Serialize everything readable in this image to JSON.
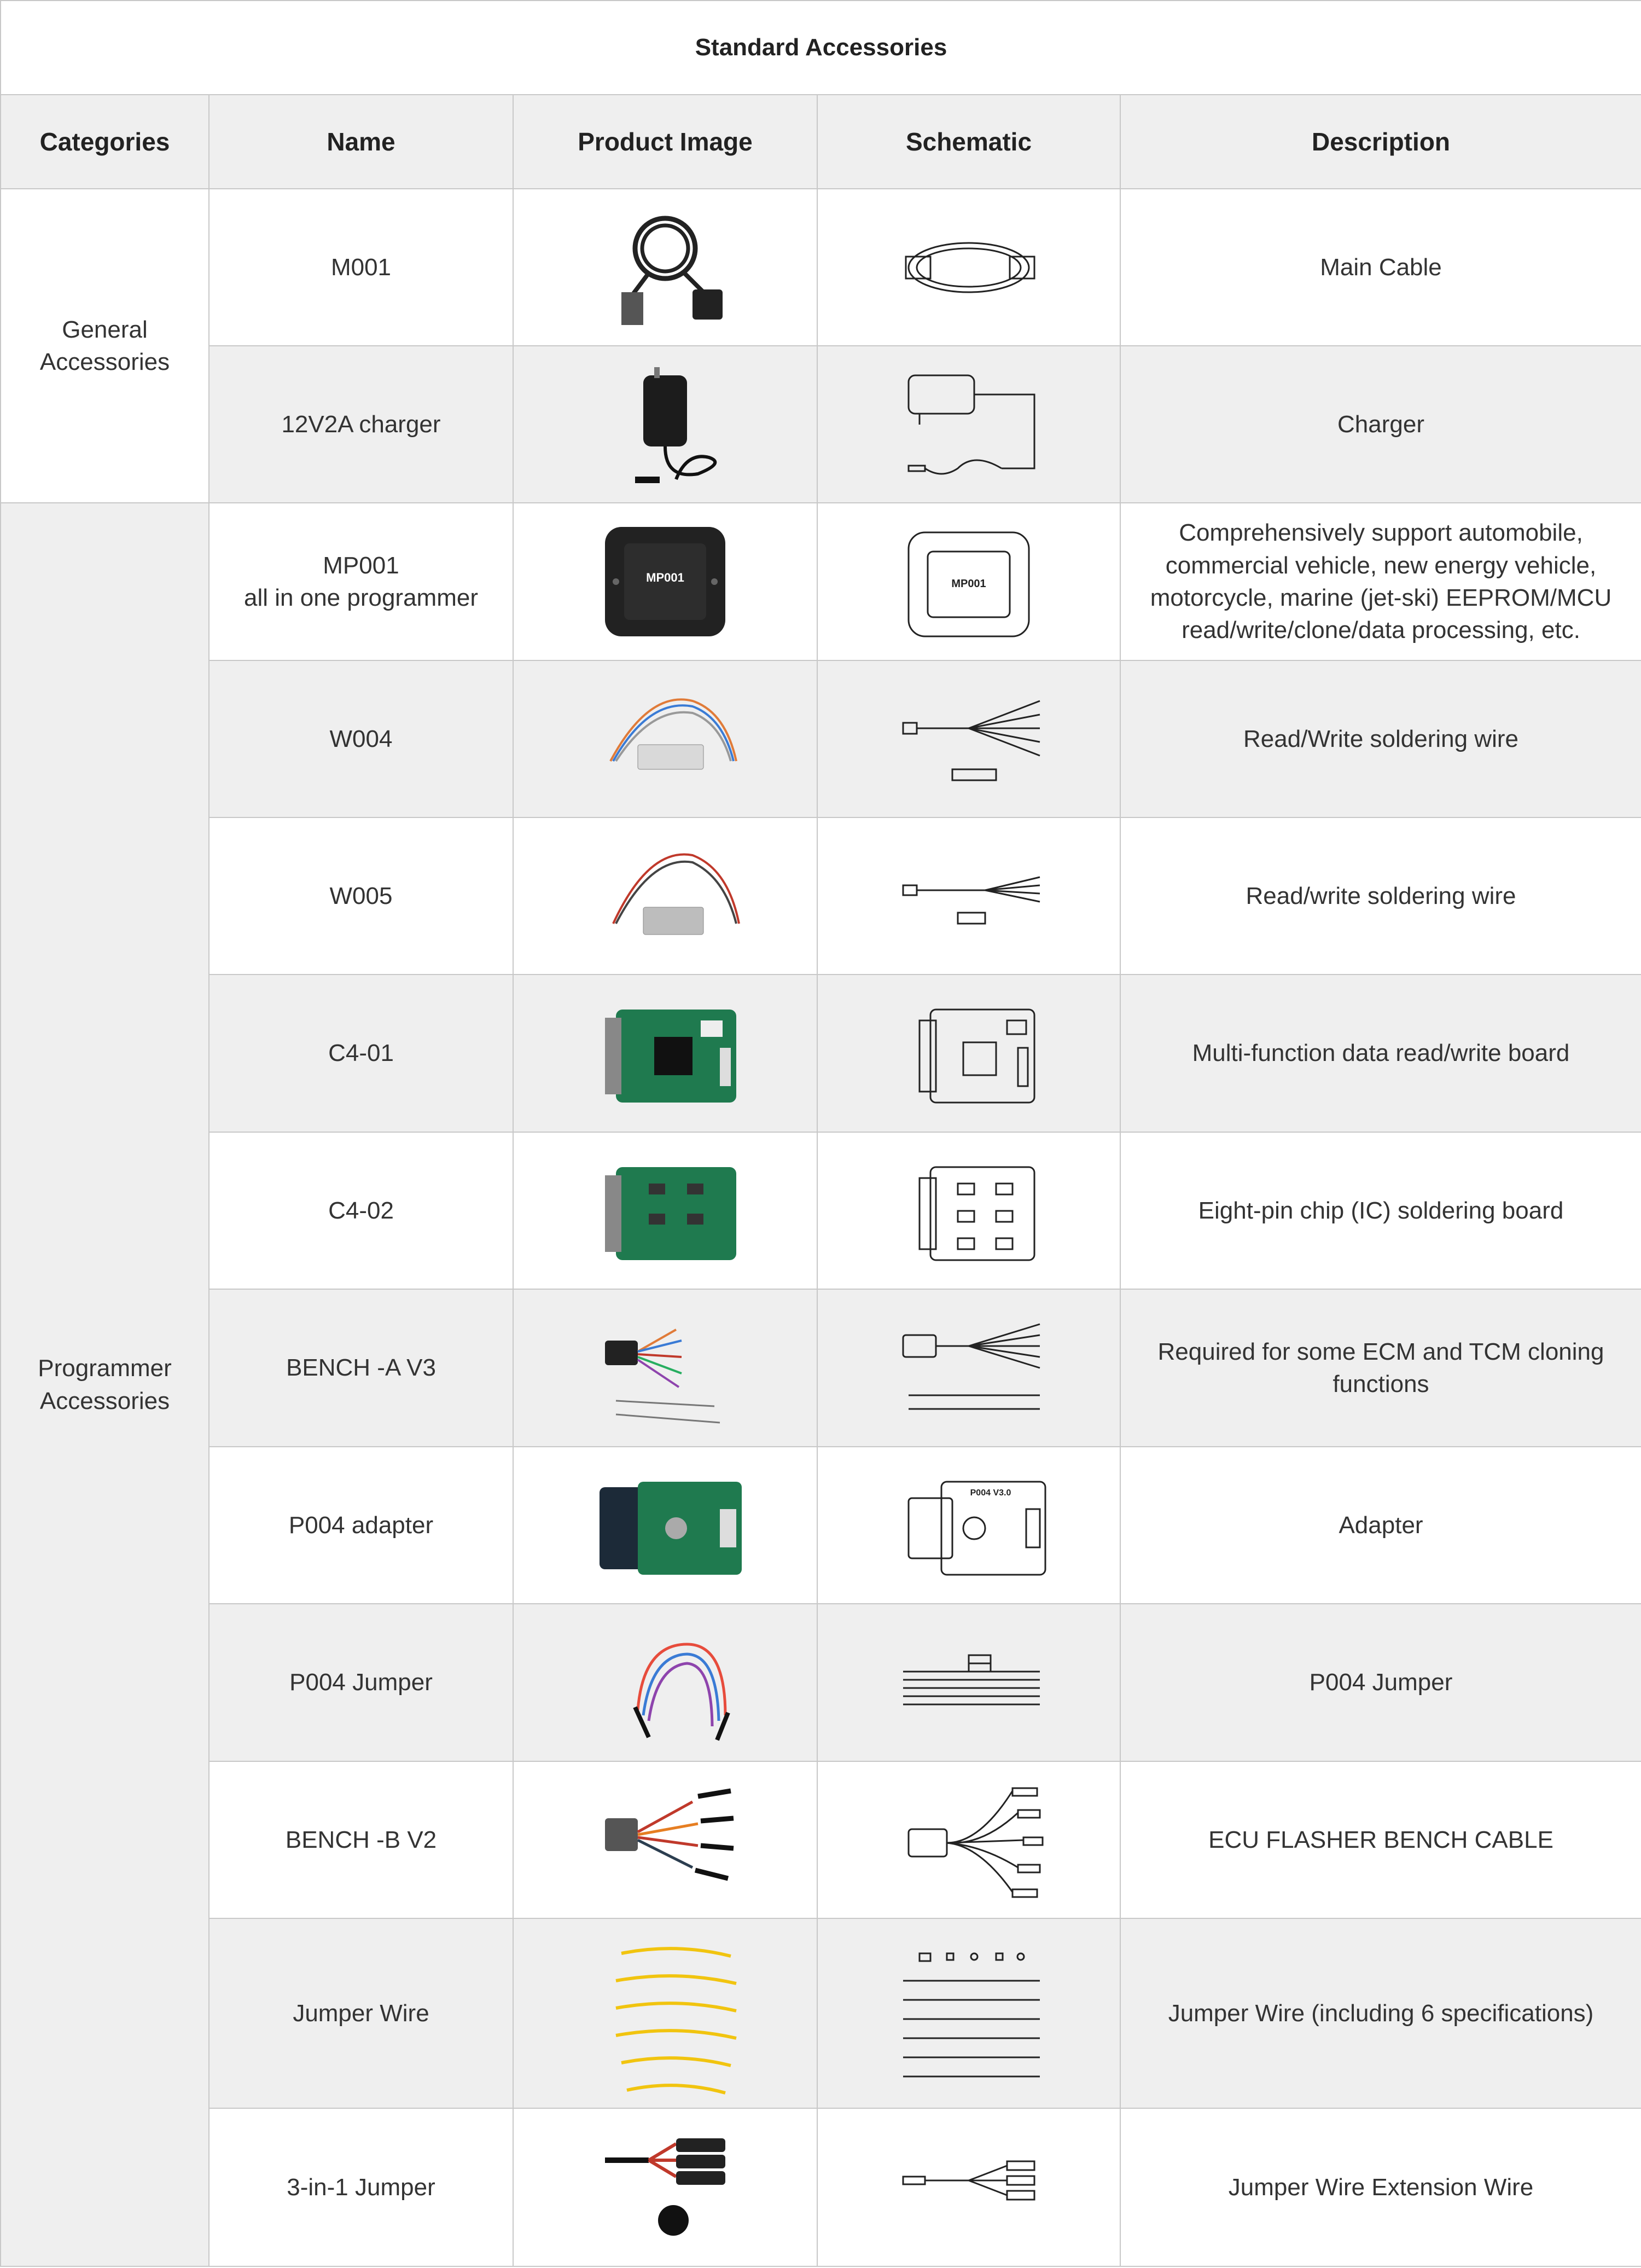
{
  "title": "Standard Accessories",
  "headers": [
    "Categories",
    "Name",
    "Product Image",
    "Schematic",
    "Description"
  ],
  "categories": {
    "general": "General\nAccessories",
    "programmer": "Programmer\nAccessories"
  },
  "rows": [
    {
      "name": "M001",
      "image_icon": "main-cable-photo",
      "schematic_icon": "main-cable-schematic",
      "description": "Main Cable"
    },
    {
      "name": "12V2A charger",
      "image_icon": "charger-photo",
      "schematic_icon": "charger-schematic",
      "description": "Charger"
    },
    {
      "name": "MP001\nall in one programmer",
      "image_icon": "programmer-photo",
      "schematic_icon": "programmer-schematic",
      "device_label": "MP001",
      "description": "Comprehensively support automobile, commercial vehicle, new energy vehicle, motorcycle, marine (jet-ski) EEPROM/MCU read/write/clone/data processing, etc."
    },
    {
      "name": "W004",
      "image_icon": "w004-wire-photo",
      "schematic_icon": "w004-wire-schematic",
      "description": "Read/Write soldering wire"
    },
    {
      "name": "W005",
      "image_icon": "w005-wire-photo",
      "schematic_icon": "w005-wire-schematic",
      "description": "Read/write soldering wire"
    },
    {
      "name": "C4-01",
      "image_icon": "c4-01-board-photo",
      "schematic_icon": "c4-01-board-schematic",
      "description": "Multi-function data read/write board"
    },
    {
      "name": "C4-02",
      "image_icon": "c4-02-board-photo",
      "schematic_icon": "c4-02-board-schematic",
      "description": "Eight-pin chip (IC) soldering board"
    },
    {
      "name": "BENCH -A V3",
      "image_icon": "bench-a-cable-photo",
      "schematic_icon": "bench-a-cable-schematic",
      "description": "Required for some ECM and TCM cloning functions"
    },
    {
      "name": "P004 adapter",
      "image_icon": "p004-adapter-photo",
      "schematic_icon": "p004-adapter-schematic",
      "device_label": "P004 V3.0",
      "description": "Adapter"
    },
    {
      "name": "P004 Jumper",
      "image_icon": "p004-jumper-photo",
      "schematic_icon": "p004-jumper-schematic",
      "description": "P004 Jumper"
    },
    {
      "name": "BENCH -B V2",
      "image_icon": "bench-b-cable-photo",
      "schematic_icon": "bench-b-cable-schematic",
      "description": "ECU FLASHER BENCH CABLE"
    },
    {
      "name": "Jumper Wire",
      "image_icon": "jumper-wire-photo",
      "schematic_icon": "jumper-wire-schematic",
      "description": "Jumper Wire (including 6 specifications)"
    },
    {
      "name": "3-in-1 Jumper",
      "image_icon": "3in1-jumper-photo",
      "schematic_icon": "3in1-jumper-schematic",
      "description": "Jumper Wire Extension Wire"
    }
  ],
  "colors": {
    "header_bg": "#efefef",
    "border": "#c8c8c8",
    "text": "#333333",
    "green_board": "#1f7a4f"
  }
}
